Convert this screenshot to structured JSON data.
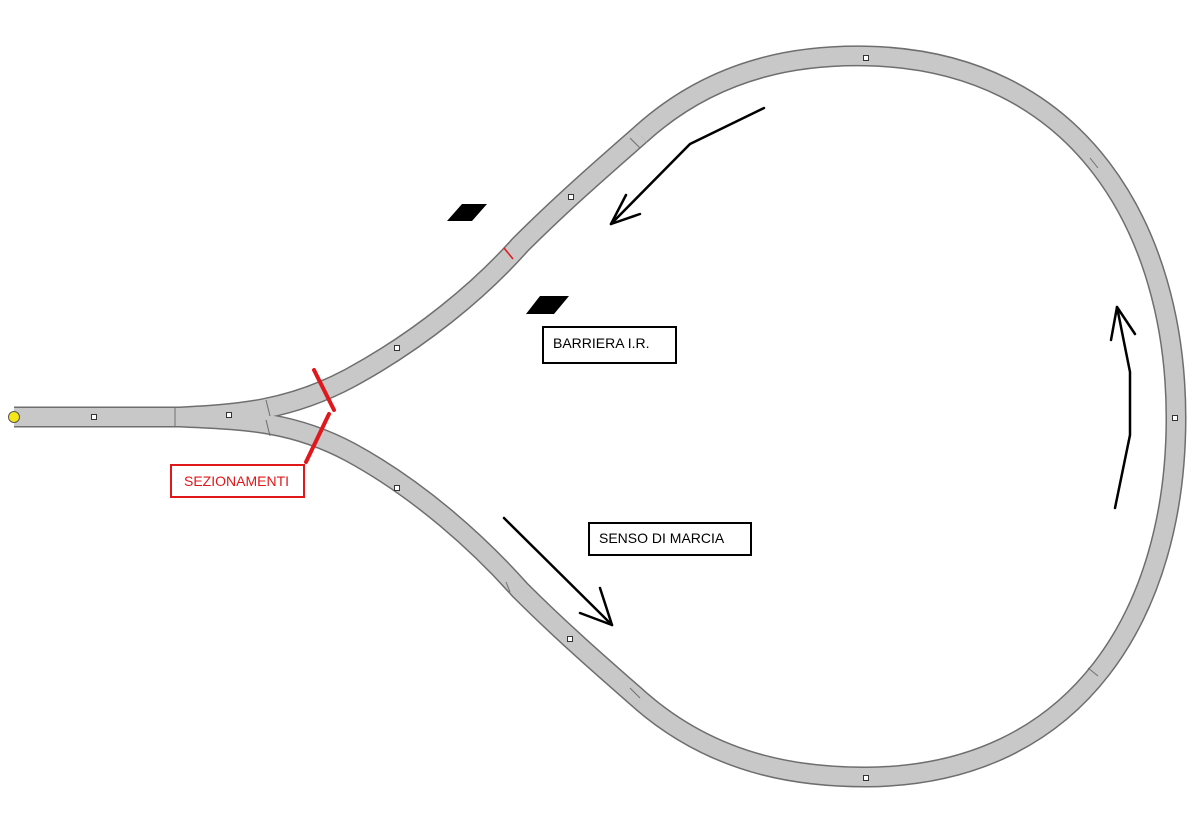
{
  "colors": {
    "background": "#ffffff",
    "track_fill": "#c8c8c8",
    "track_edge": "#6e6e6e",
    "track_joint": "#707070",
    "arrow": "#000000",
    "section_marker": "#e0181c",
    "ir_sensor": "#000000",
    "endpoint": "#f5e61a"
  },
  "labels": {
    "barrier": "BARRIERA I.R.",
    "direction": "SENSO DI MARCIA",
    "sections": "SEZIONAMENTI"
  },
  "label_colors": {
    "barrier": "#000000",
    "direction": "#000000",
    "sections": "#e0181c"
  }
}
